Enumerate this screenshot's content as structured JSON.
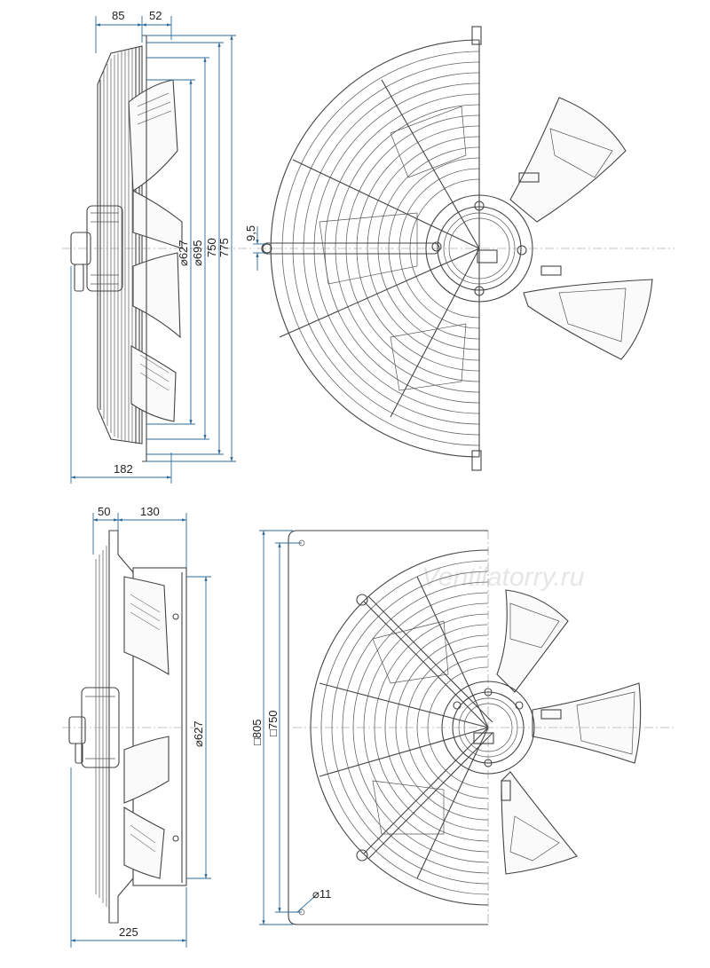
{
  "watermark": "Ventilatorry.ru",
  "view_top_side": {
    "dim_85": "85",
    "dim_52": "52",
    "dim_182": "182",
    "dim_d627": "⌀627",
    "dim_d695": "⌀695",
    "dim_750": "750",
    "dim_775": "775"
  },
  "view_top_front": {
    "dim_9_5": "9,5"
  },
  "view_bottom_side": {
    "dim_50": "50",
    "dim_130": "130",
    "dim_225": "225",
    "dim_d627": "⌀627"
  },
  "view_bottom_front": {
    "dim_sq805": "□805",
    "dim_sq750": "□750",
    "dim_d11": "⌀11"
  }
}
